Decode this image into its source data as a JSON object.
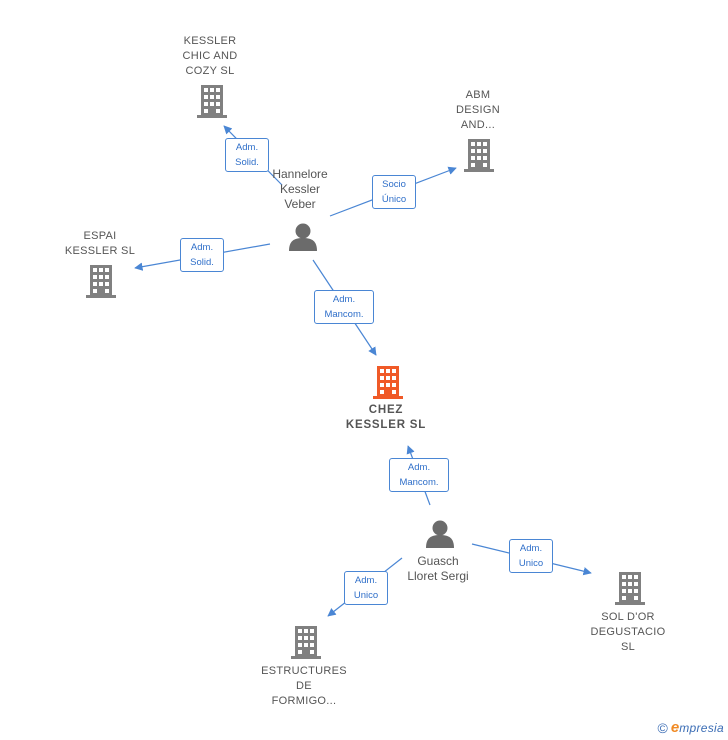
{
  "colors": {
    "edge": "#4a86d4",
    "company": "#808080",
    "focus": "#f05a28",
    "person": "#6b6b6b"
  },
  "nodes": {
    "kessler_chic": [
      "KESSLER",
      "CHIC AND",
      "COZY  SL"
    ],
    "abm_design": [
      "ABM",
      "DESIGN",
      "AND..."
    ],
    "espai": [
      "ESPAI",
      "KESSLER SL"
    ],
    "chez": [
      "CHEZ",
      "KESSLER  SL"
    ],
    "sol_dor": [
      "SOL D'OR",
      "DEGUSTACIO",
      "SL"
    ],
    "estructures": [
      "ESTRUCTURES",
      "DE",
      "FORMIGO..."
    ],
    "hannelore": [
      "Hannelore",
      "Kessler",
      "Veber"
    ],
    "guasch": [
      "Guasch",
      "Lloret Sergi"
    ]
  },
  "edges": {
    "e1": [
      "Adm.",
      "Solid."
    ],
    "e2": [
      "Socio",
      "Único"
    ],
    "e3": [
      "Adm.",
      "Solid."
    ],
    "e4": [
      "Adm.",
      "Mancom."
    ],
    "e5": [
      "Adm.",
      "Mancom."
    ],
    "e6": [
      "Adm.",
      "Unico"
    ],
    "e7": [
      "Adm.",
      "Unico"
    ]
  },
  "footer": {
    "copyright": "©",
    "brand_initial": "e",
    "brand_rest": "mpresia"
  }
}
